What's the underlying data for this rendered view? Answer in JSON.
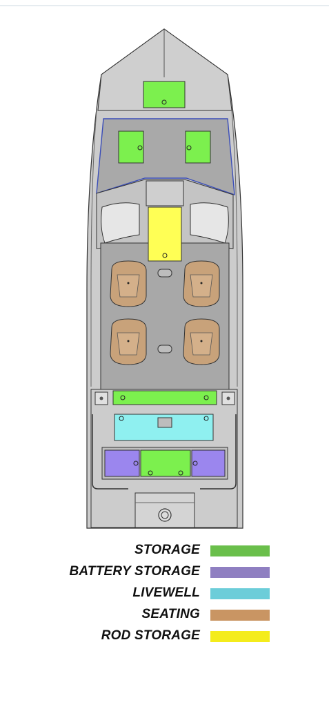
{
  "legend": {
    "items": [
      {
        "label": "STORAGE",
        "color": "#6abf4b"
      },
      {
        "label": "BATTERY STORAGE",
        "color": "#8f7fc1"
      },
      {
        "label": "LIVEWELL",
        "color": "#6ccdd9"
      },
      {
        "label": "SEATING",
        "color": "#c99563"
      },
      {
        "label": "ROD STORAGE",
        "color": "#f4ec1c"
      }
    ]
  },
  "colors": {
    "hull": "#cccccc",
    "deck": "#a8a8a8",
    "outline": "#333333",
    "storage_fill": "#7cf04e",
    "battery_fill": "#9b86ee",
    "livewell_fill": "#8ff0f0",
    "seat_fill": "#c8a27a",
    "rod_fill": "#ffff55",
    "bow_trim": "#3a4db8"
  }
}
